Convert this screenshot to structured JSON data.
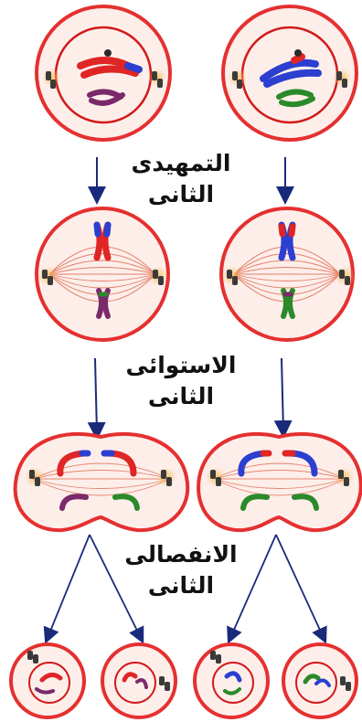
{
  "labels": {
    "prophase_ii": [
      "التمهيدى",
      "الثانى"
    ],
    "metaphase_ii": [
      "الاستوائى",
      "الثانى"
    ],
    "anaphase_ii": [
      "الانفصالى",
      "الثانى"
    ]
  },
  "colors": {
    "membrane": "#e53030",
    "nucleus_ring": "#d21a1a",
    "cytoplasm": "#fdeeea",
    "spindle": "#e06a50",
    "centriole": "#3a3a3a",
    "centriole_glow": "#f4b04a",
    "arrow": "#1a2a7a",
    "chromosome_red": "#e02525",
    "chromosome_blue": "#2b3fd0",
    "chromosome_purple": "#7a2a6a",
    "chromosome_green": "#2a8a2a"
  },
  "icons": [
    "cell-membrane",
    "nuclear-envelope",
    "centriole-pair-icon",
    "spindle-fiber",
    "chromosome",
    "down-arrow-icon"
  ]
}
